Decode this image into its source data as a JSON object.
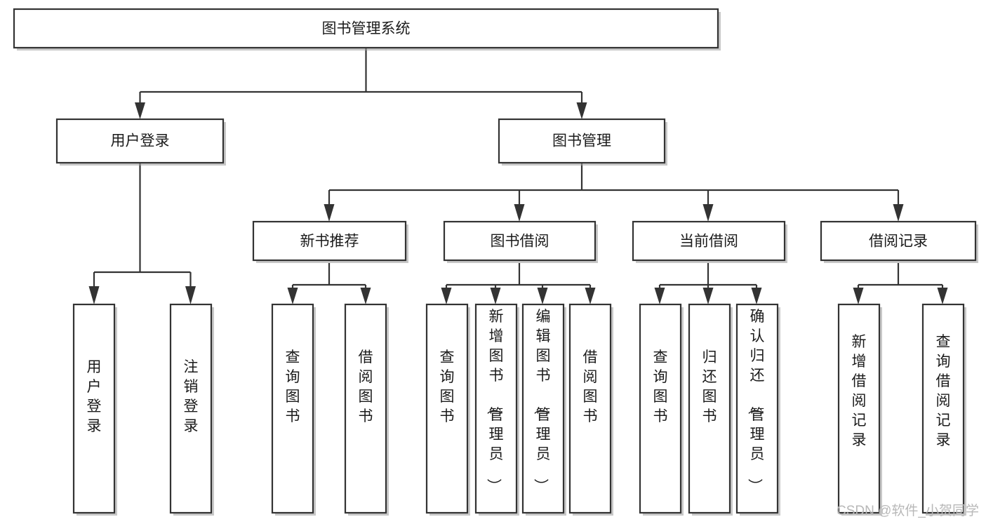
{
  "diagram": {
    "title": "图书管理系统",
    "orientation": "top-down-tree",
    "watermark": "CSDN @软件_小贺同学",
    "colors": {
      "box_fill": "#ffffff",
      "box_stroke": "#333333",
      "text": "#1b1b1b",
      "watermark": "#b8b8b8",
      "background": "#ffffff"
    },
    "nodes": {
      "root": "图书管理系统",
      "level2": {
        "user_login": "用户登录",
        "book_manage": "图书管理"
      },
      "level3": {
        "new_book_recommend": "新书推荐",
        "book_borrow": "图书借阅",
        "current_borrow": "当前借阅",
        "borrow_record": "借阅记录"
      },
      "leaves": {
        "user_login_children": [
          "用户登录",
          "注销登录"
        ],
        "new_book_recommend_children": [
          "查询图书",
          "借阅图书"
        ],
        "book_borrow_children": [
          "查询图书",
          "新增图书（管理员）",
          "编辑图书（管理员）",
          "借阅图书"
        ],
        "current_borrow_children": [
          "查询图书",
          "归还图书",
          "确认归还（管理员）"
        ],
        "borrow_record_children": [
          "新增借阅记录",
          "查询借阅记录"
        ]
      }
    }
  }
}
